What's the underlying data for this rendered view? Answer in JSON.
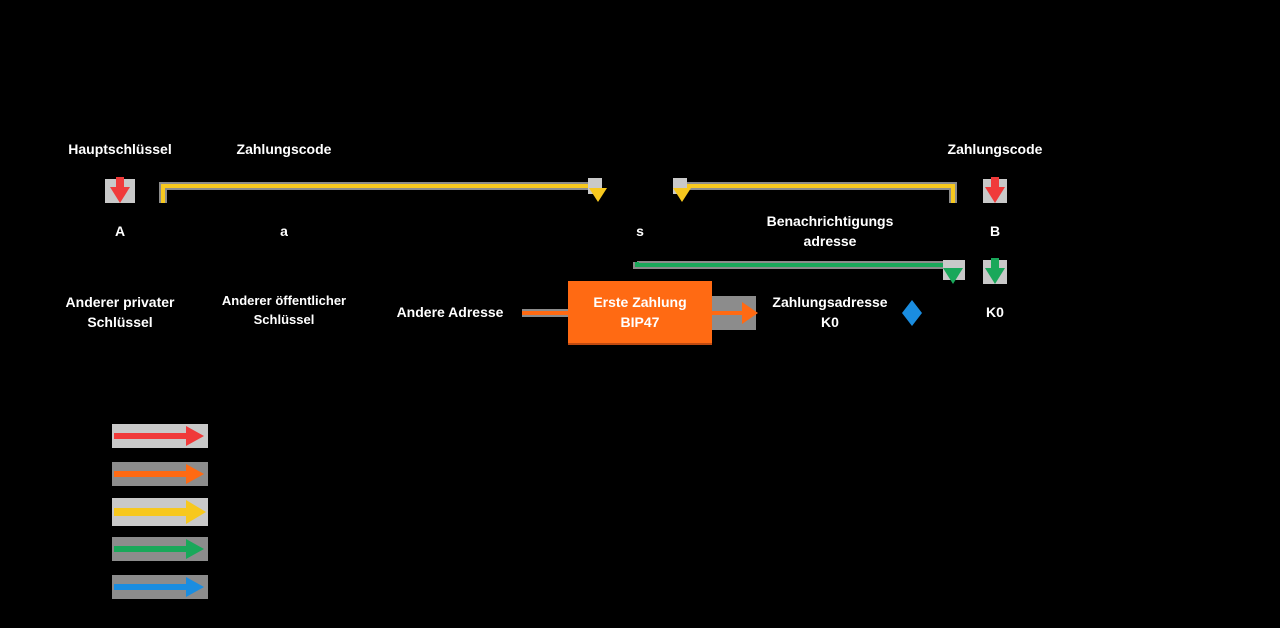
{
  "colors": {
    "red": "#f03a3a",
    "orange": "#ff6a13",
    "yellow": "#f7c81e",
    "green": "#19a85a",
    "blue": "#1a8de0",
    "gray": "#8c8c8c"
  },
  "labels": {
    "hauptschluessel": "Hauptschlüssel",
    "zahlungscode_left": "Zahlungscode",
    "zahlungscode_right": "Zahlungscode",
    "a_upper": "A",
    "a_lower": "a",
    "s": "s",
    "benachrichtigung_line1": "Benachrichtigungs",
    "benachrichtigung_line2": "adresse",
    "b_upper": "B",
    "anderer_privater_line1": "Anderer privater",
    "anderer_privater_line2": "Schlüssel",
    "anderer_oeffentlicher_line1": "Anderer öffentlicher",
    "anderer_oeffentlicher_line2": "Schlüssel",
    "andere_adresse": "Andere Adresse",
    "zahlungsadresse_line1": "Zahlungsadresse",
    "zahlungsadresse_line2": "K0",
    "k0_right": "K0"
  },
  "process_box": {
    "line1": "Erste Zahlung",
    "line2": "BIP47",
    "fill": "#ff6a13"
  },
  "legend": [
    {
      "color_key": "red"
    },
    {
      "color_key": "orange"
    },
    {
      "color_key": "yellow"
    },
    {
      "color_key": "green"
    },
    {
      "color_key": "blue"
    }
  ]
}
